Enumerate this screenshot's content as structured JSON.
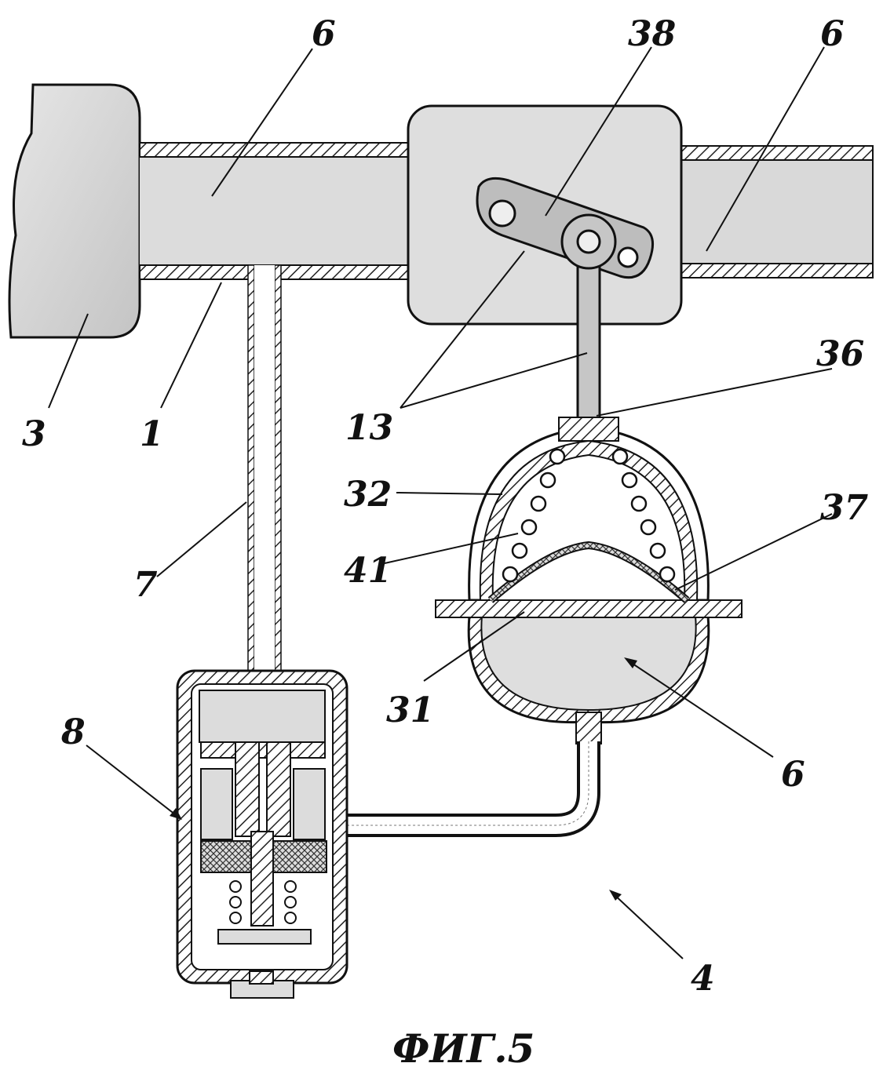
{
  "figure": {
    "caption": "ФИГ.5",
    "labels": {
      "pipe_top_left": "6",
      "lever_top": "38",
      "pipe_top_right": "6",
      "body_3": "3",
      "wall_1": "1",
      "lever_13": "13",
      "rod_36": "36",
      "chamber_32": "32",
      "diaphragm_37": "37",
      "line_7": "7",
      "spring_41": "41",
      "valve_8": "8",
      "chamber_31": "31",
      "chamber_6": "6",
      "device_4": "4"
    }
  },
  "colors": {
    "line": "#111111",
    "fill_gray": "#cfcfcf",
    "fill_light": "#e2e2e2",
    "hatch": "#222222"
  }
}
